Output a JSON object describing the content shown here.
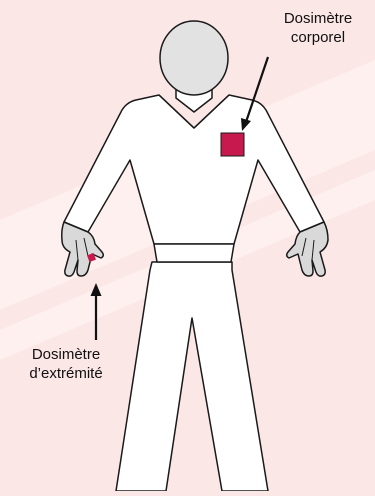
{
  "labels": {
    "body_dosimeter": {
      "line1": "Dosimètre",
      "line2": "corporel"
    },
    "extremity_dosimeter": {
      "line1": "Dosimètre",
      "line2": "d’extrémité"
    }
  },
  "colors": {
    "background": "#fbe7e6",
    "figure_fill": "#ffffff",
    "figure_stroke": "#1a1a1a",
    "glove_fill": "#d9d9d9",
    "head_fill": "#e2e2e2",
    "dosimeter": "#c8194e"
  }
}
